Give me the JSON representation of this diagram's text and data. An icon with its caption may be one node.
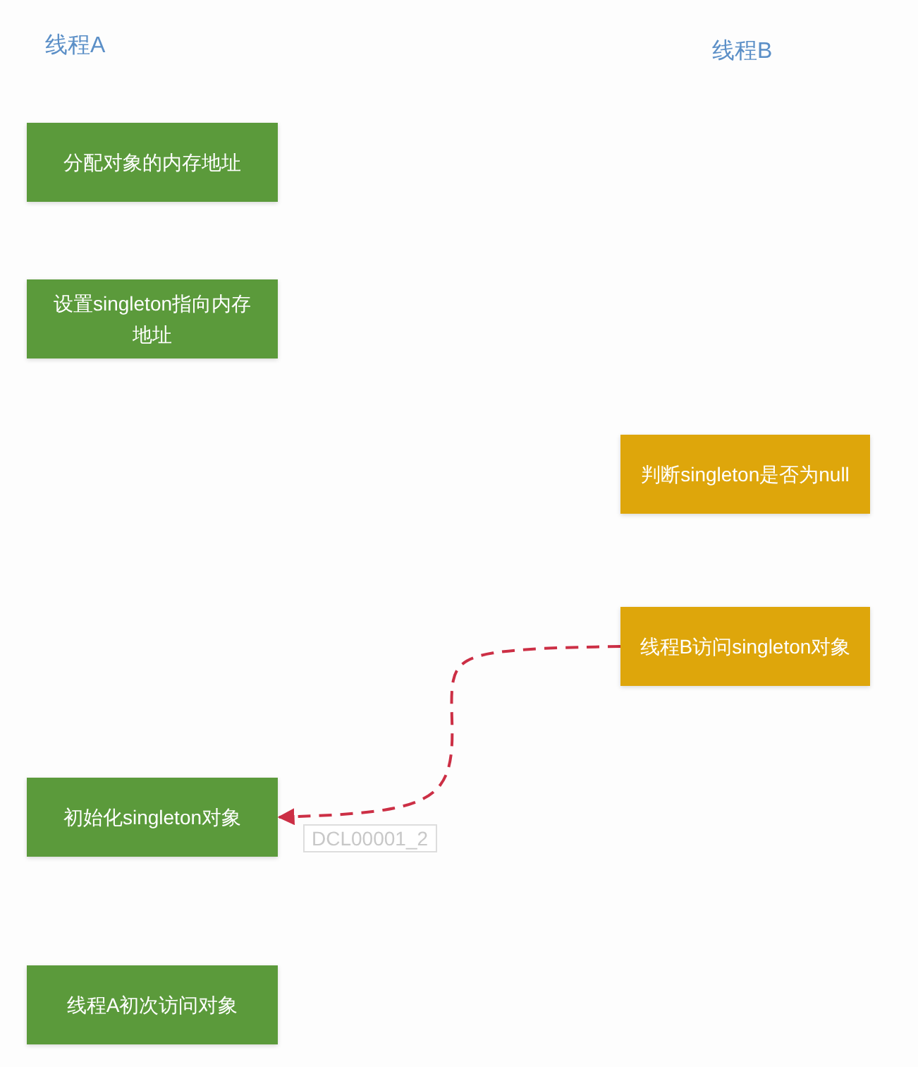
{
  "diagram": {
    "nodes": [
      {
        "text": [
          "分配对象的内存地址"
        ]
      },
      {
        "text": [
          "设置singleton指向内存地址"
        ]
      },
      {
        "text": [
          "判断singleton是否为null"
        ]
      },
      {
        "text": [
          "线程B访问singleton对象"
        ]
      },
      {
        "text": [
          "初始化singleton对象"
        ]
      },
      {
        "text": [
          "线程A初次访问对象"
        ]
      }
    ],
    "edges": [
      {
        "from": 3,
        "to": 4,
        "arrow": "to",
        "style": "dashed",
        "color": "#cc2f45"
      }
    ],
    "labels": [
      "线程A",
      "线程B",
      "DCL00001_2"
    ]
  }
}
